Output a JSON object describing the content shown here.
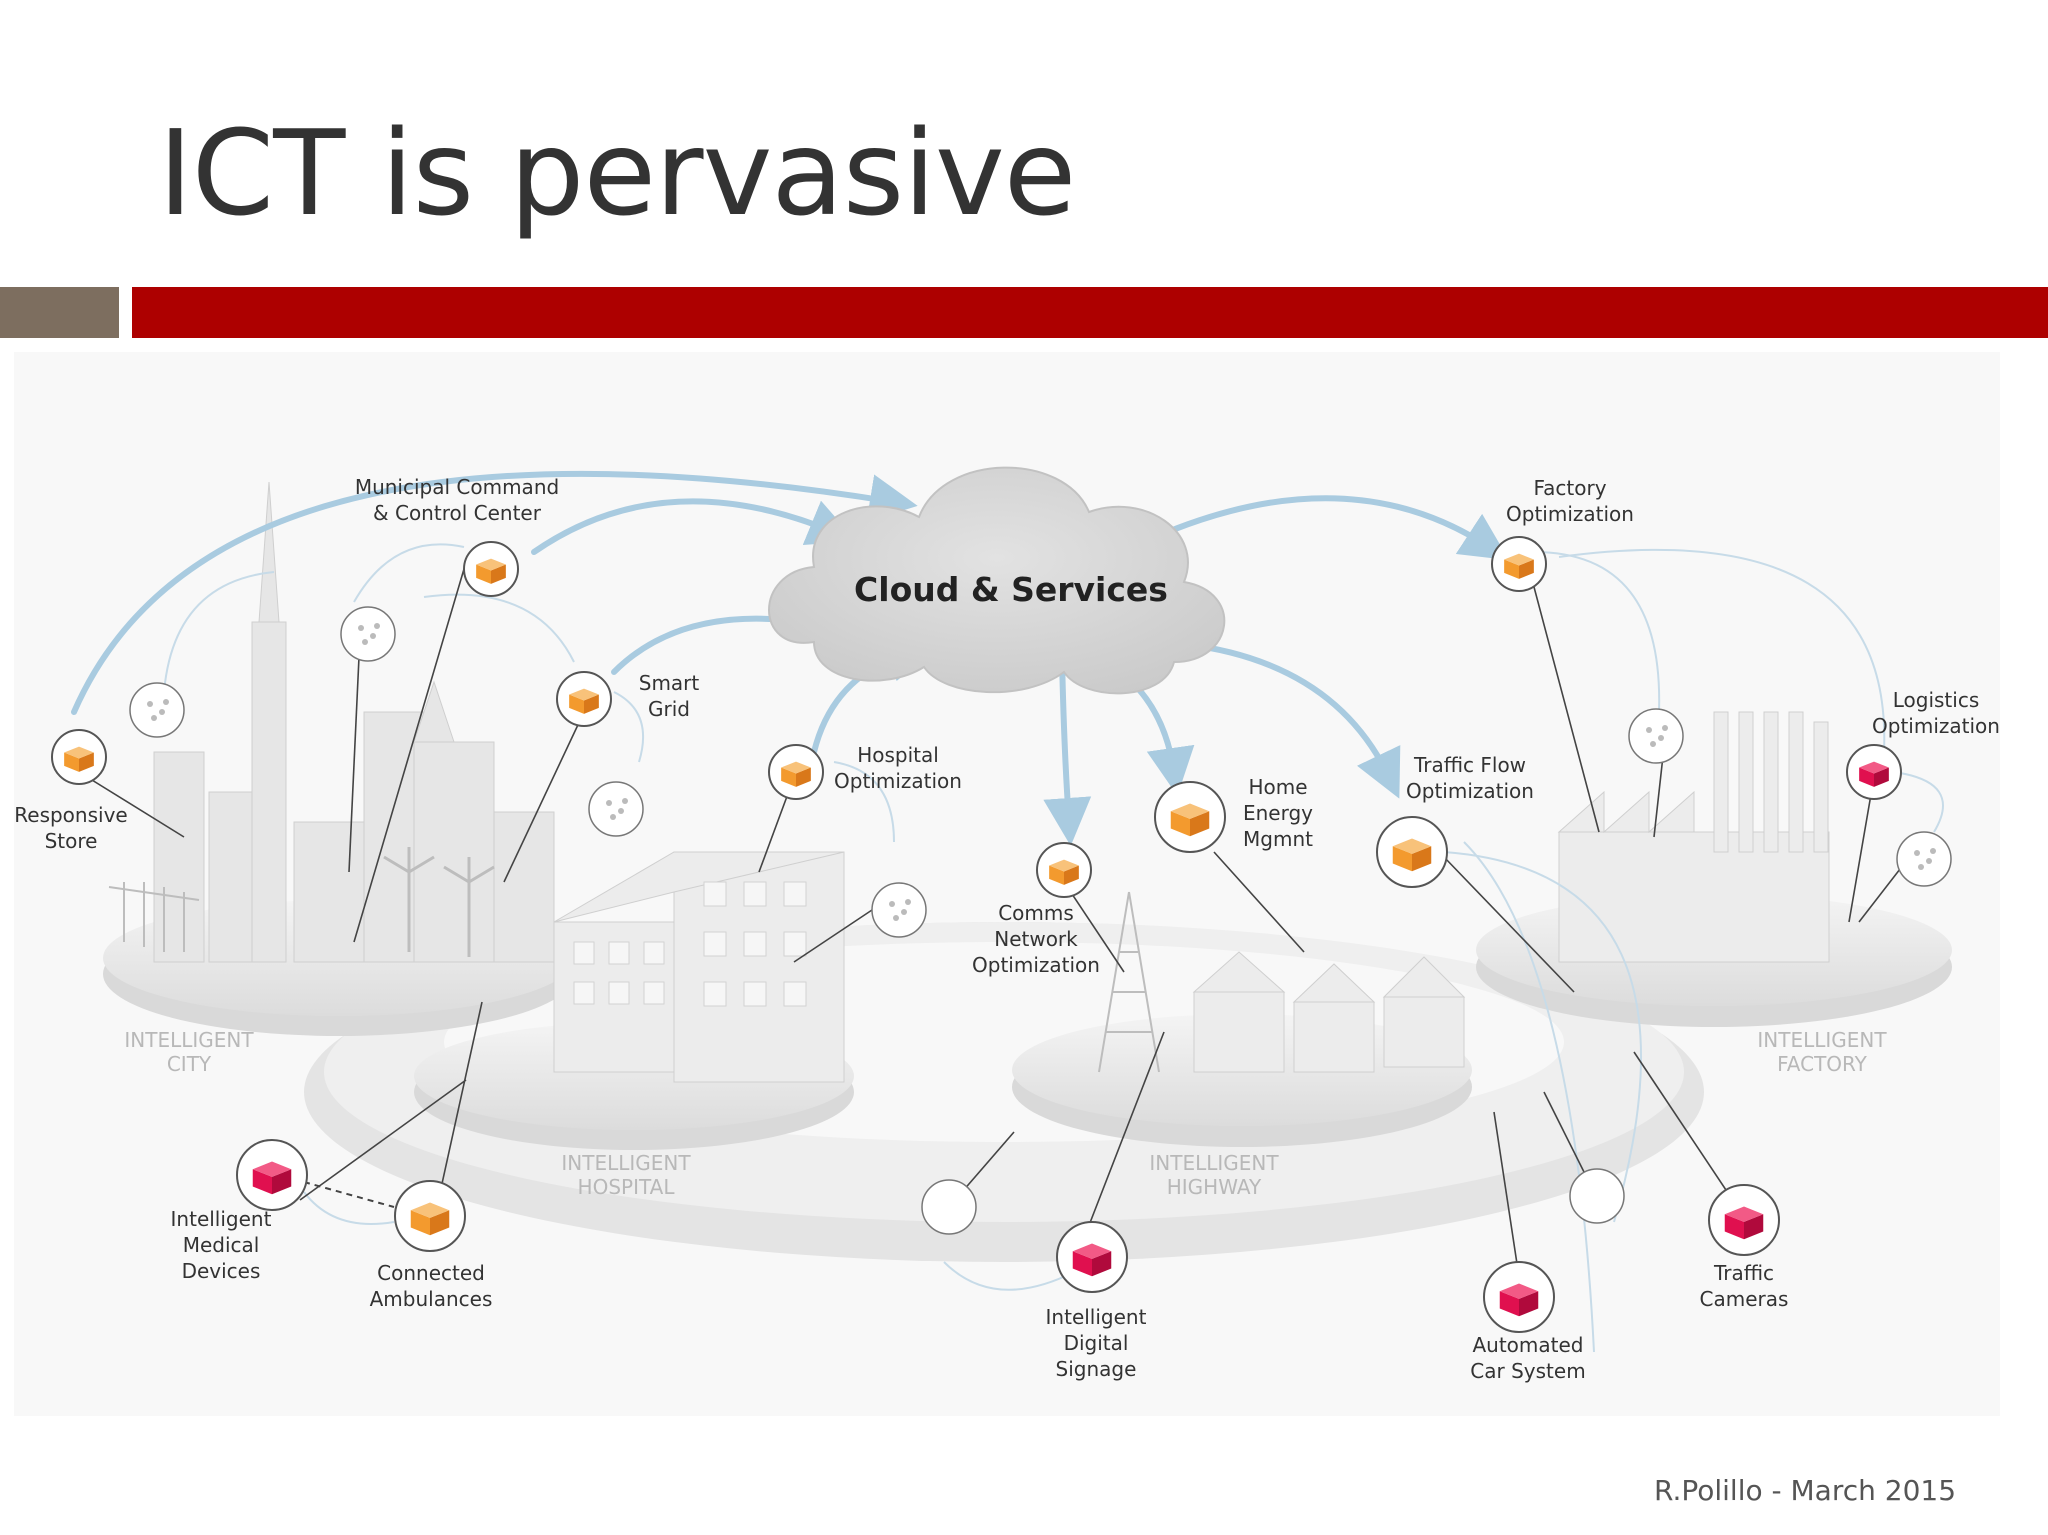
{
  "slide": {
    "title": "ICT is pervasive",
    "footer": "R.Polillo - March 2015"
  },
  "diagram": {
    "cloud_label": "Cloud & Services",
    "districts": [
      {
        "id": "city",
        "lines": [
          "INTELLIGENT",
          "CITY"
        ]
      },
      {
        "id": "hospital",
        "lines": [
          "INTELLIGENT",
          "HOSPITAL"
        ]
      },
      {
        "id": "highway",
        "lines": [
          "INTELLIGENT",
          "HIGHWAY"
        ]
      },
      {
        "id": "factory",
        "lines": [
          "INTELLIGENT",
          "FACTORY"
        ]
      }
    ],
    "nodes": [
      {
        "id": "municipal",
        "type": "orange",
        "lines": [
          "Municipal Command",
          "& Control Center"
        ]
      },
      {
        "id": "responsive-store",
        "type": "orange",
        "lines": [
          "Responsive",
          "Store"
        ]
      },
      {
        "id": "smart-grid",
        "type": "orange",
        "lines": [
          "Smart",
          "Grid"
        ]
      },
      {
        "id": "hospital-opt",
        "type": "orange",
        "lines": [
          "Hospital",
          "Optimization"
        ]
      },
      {
        "id": "comms",
        "type": "orange",
        "lines": [
          "Comms",
          "Network",
          "Optimization"
        ]
      },
      {
        "id": "home-energy",
        "type": "orange",
        "lines": [
          "Home",
          "Energy",
          "Mgmnt"
        ]
      },
      {
        "id": "traffic-flow",
        "type": "orange",
        "lines": [
          "Traffic Flow",
          "Optimization"
        ]
      },
      {
        "id": "factory-opt",
        "type": "orange",
        "lines": [
          "Factory",
          "Optimization"
        ]
      },
      {
        "id": "logistics",
        "type": "pink",
        "lines": [
          "Logistics",
          "Optimization"
        ]
      },
      {
        "id": "medical",
        "type": "pink",
        "lines": [
          "Intelligent",
          "Medical",
          "Devices"
        ]
      },
      {
        "id": "ambulances",
        "type": "orange",
        "lines": [
          "Connected",
          "Ambulances"
        ]
      },
      {
        "id": "signage",
        "type": "pink",
        "lines": [
          "Intelligent",
          "Digital",
          "Signage"
        ]
      },
      {
        "id": "car-system",
        "type": "pink",
        "lines": [
          "Automated",
          "Car System"
        ]
      },
      {
        "id": "traffic-cameras",
        "type": "pink",
        "lines": [
          "Traffic",
          "Cameras"
        ]
      }
    ],
    "colors": {
      "orange": "#f39a2e",
      "pink": "#e0104f",
      "arrow": "#a9cbe0",
      "cloud": "#d6d6d6"
    }
  }
}
